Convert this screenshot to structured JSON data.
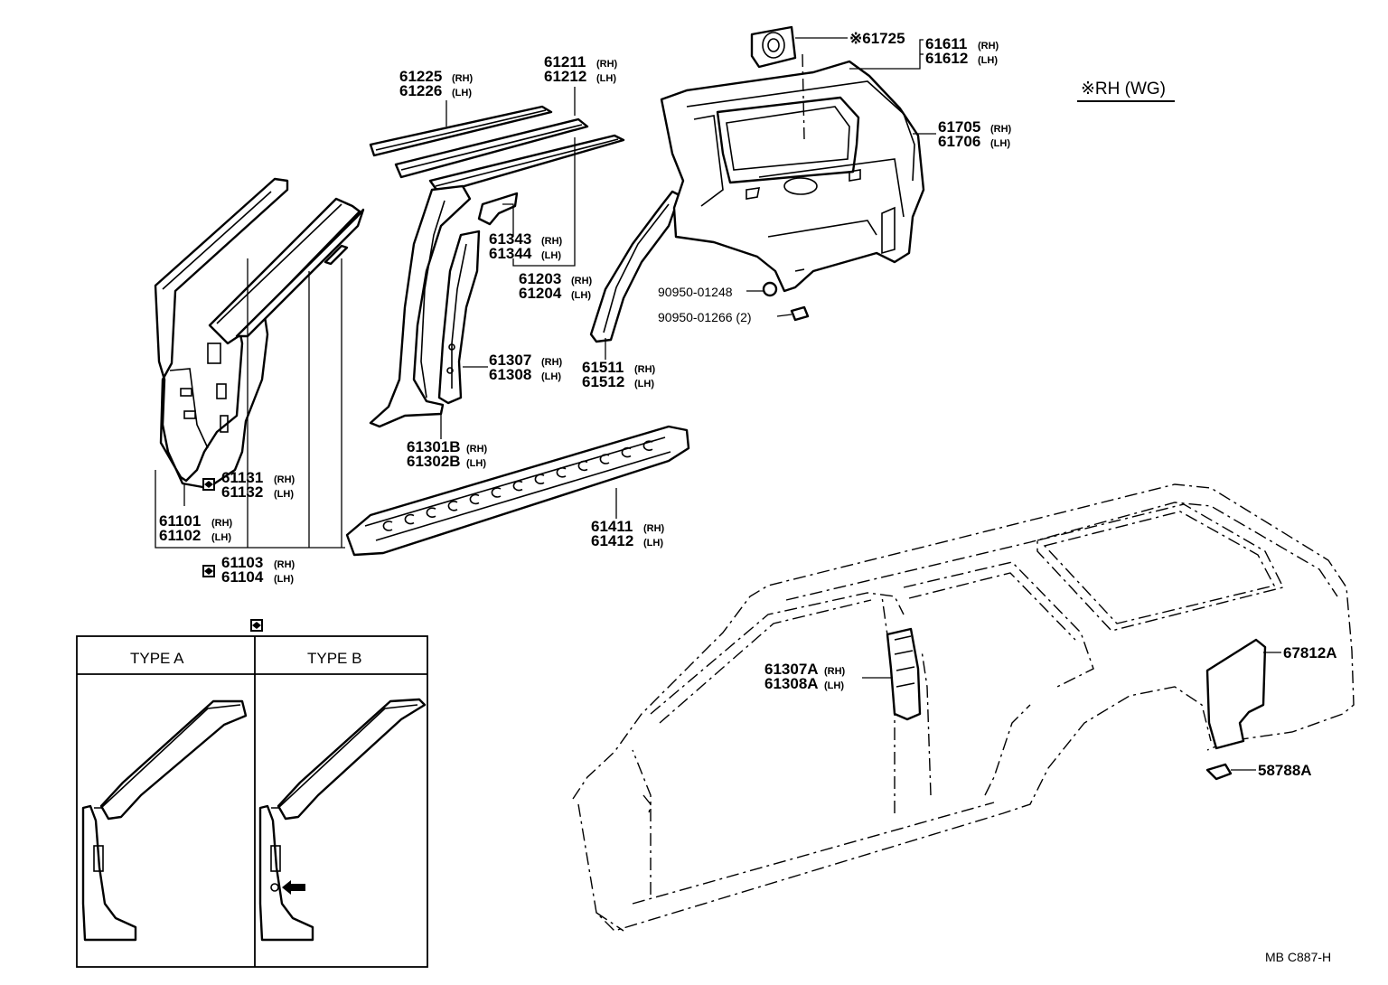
{
  "footer": {
    "code": "MB  C887-H"
  },
  "rh_note": "※RH (WG)",
  "callouts": [
    {
      "key": "c61225",
      "line1": "61225",
      "side1": "(RH)",
      "line2": "61226",
      "side2": "(LH)"
    },
    {
      "key": "c61211",
      "line1": "61211",
      "side1": "(RH)",
      "line2": "61212",
      "side2": "(LH)"
    },
    {
      "key": "c61343",
      "line1": "61343",
      "side1": "(RH)",
      "line2": "61344",
      "side2": "(LH)"
    },
    {
      "key": "c61203",
      "line1": "61203",
      "side1": "(RH)",
      "line2": "61204",
      "side2": "(LH)"
    },
    {
      "key": "c61307",
      "line1": "61307",
      "side1": "(RH)",
      "line2": "61308",
      "side2": "(LH)"
    },
    {
      "key": "c61301B",
      "line1": "61301B",
      "side1": "(RH)",
      "line2": "61302B",
      "side2": "(LH)"
    },
    {
      "key": "c61131",
      "line1": "61131",
      "side1": "(RH)",
      "line2": "61132",
      "side2": "(LH)"
    },
    {
      "key": "c61101",
      "line1": "61101",
      "side1": "(RH)",
      "line2": "61102",
      "side2": "(LH)"
    },
    {
      "key": "c61103",
      "line1": "61103",
      "side1": "(RH)",
      "line2": "61104",
      "side2": "(LH)"
    },
    {
      "key": "c61411",
      "line1": "61411",
      "side1": "(RH)",
      "line2": "61412",
      "side2": "(LH)"
    },
    {
      "key": "c61511",
      "line1": "61511",
      "side1": "(RH)",
      "line2": "61512",
      "side2": "(LH)"
    },
    {
      "key": "c61705",
      "line1": "61705",
      "side1": "(RH)",
      "line2": "61706",
      "side2": "(LH)"
    },
    {
      "key": "c61611",
      "line1": "61611",
      "side1": "(RH)",
      "line2": "61612",
      "side2": "(LH)"
    },
    {
      "key": "c61307A",
      "line1": "61307A",
      "side1": "(RH)",
      "line2": "61308A",
      "side2": "(LH)"
    }
  ],
  "singles": {
    "p61725": "※61725",
    "p90950_01248": "90950-01248",
    "p90950_01266": "90950-01266 (2)",
    "p67812A": "67812A",
    "p58788A": "58788A"
  },
  "types": {
    "a": "TYPE A",
    "b": "TYPE B"
  }
}
